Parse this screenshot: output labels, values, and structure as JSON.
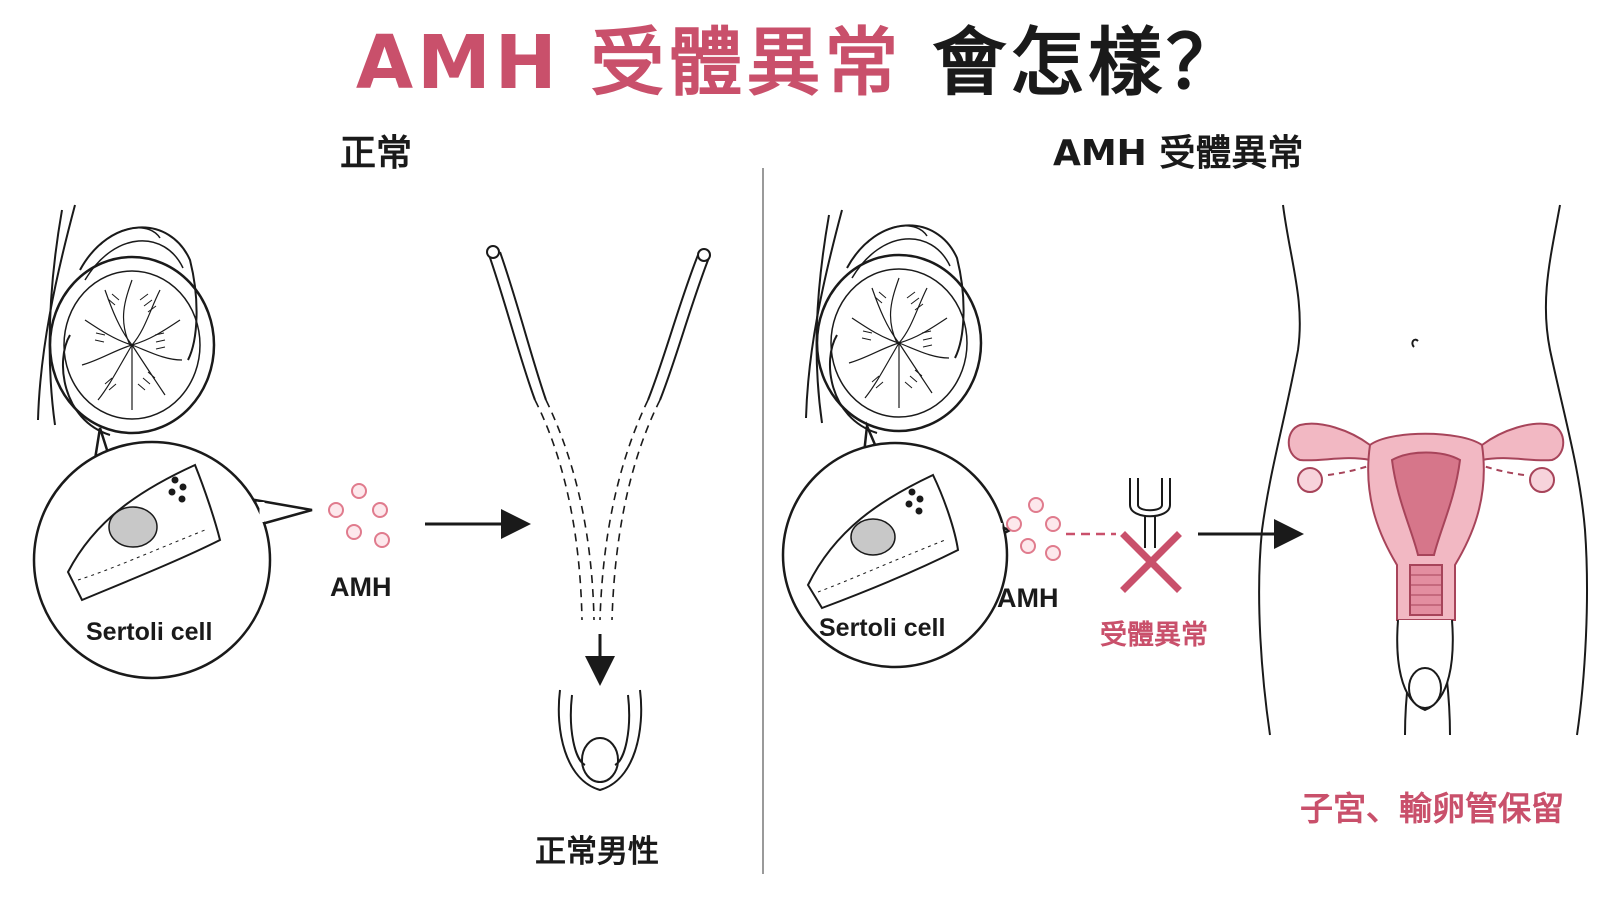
{
  "title": {
    "part1": "AMH 受體異常",
    "part2": "會怎樣？"
  },
  "left": {
    "heading": "正常",
    "cell_label": "Sertoli cell",
    "hormone_label": "AMH",
    "result_label": "正常男性"
  },
  "right": {
    "heading": "AMH 受體異常",
    "cell_label": "Sertoli cell",
    "hormone_label": "AMH",
    "receptor_label": "受體異常",
    "result_label": "子宮、輸卵管保留"
  },
  "colors": {
    "accent": "#c9506b",
    "hormone": "#e07b8d",
    "uterus": "#f2b8c3",
    "line": "#1a1a1a"
  }
}
